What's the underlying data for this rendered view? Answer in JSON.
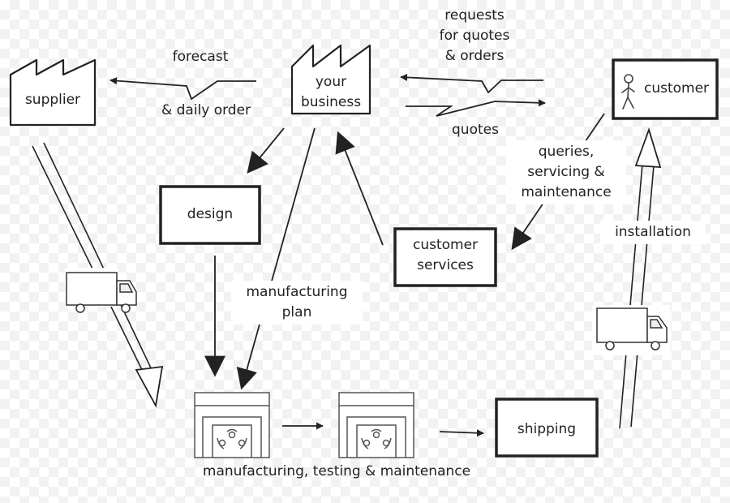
{
  "nodes": {
    "supplier": {
      "label": "supplier"
    },
    "your_business": {
      "lines": [
        "your",
        "business"
      ]
    },
    "customer": {
      "label": "customer"
    },
    "design": {
      "label": "design"
    },
    "customer_services": {
      "lines": [
        "customer",
        "services"
      ]
    },
    "shipping": {
      "label": "shipping"
    },
    "manufacturing": {
      "label": "manufacturing, testing & maintenance"
    }
  },
  "edge_labels": {
    "forecast": "forecast",
    "daily_order": "& daily order",
    "requests": [
      "requests",
      "for quotes",
      "& orders"
    ],
    "quotes": "quotes",
    "queries": [
      "queries,",
      "servicing &",
      "maintenance"
    ],
    "installation": "installation",
    "manufacturing_plan": [
      "manufacturing",
      "plan"
    ]
  },
  "icons": [
    "factory-icon",
    "truck-icon",
    "stick-figure-icon",
    "machine-icon"
  ]
}
